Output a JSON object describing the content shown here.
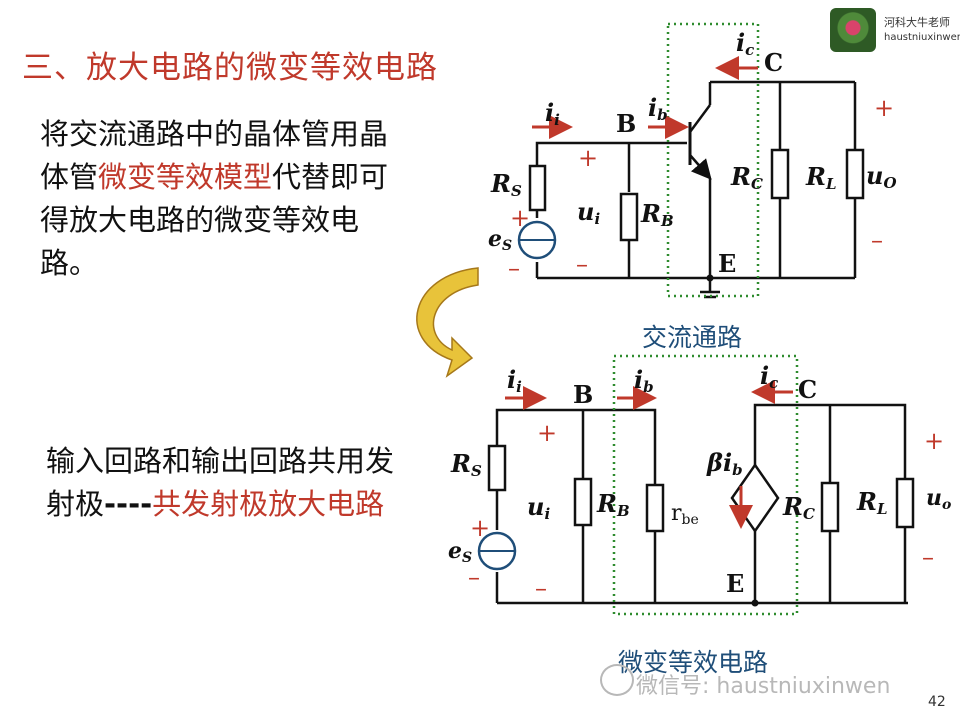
{
  "title": "三、放大电路的微变等效电路",
  "para1": {
    "part1": "将交流通路中的晶体管用晶体管",
    "highlight": "微变等效模型",
    "part2": "代替即可得放大电路的微变等效电路。"
  },
  "para2": {
    "part1": "输入回路和输出回路共用发射极",
    "dashes": "----",
    "highlight": "共发射极放大电路"
  },
  "logo": {
    "line1": "河科大牛老师",
    "line2": "haustniuxinwen"
  },
  "captions": {
    "top": "交流通路",
    "bottom": "微变等效电路"
  },
  "watermark": "微信号: haustniuxinwen",
  "page_number": "42",
  "colors": {
    "title": "#c0392b",
    "wire": "#111111",
    "current_arrow": "#c0392b",
    "source": "#1f4e79",
    "dotted_box": "#2e8b2e"
  },
  "labels": {
    "ii": "i",
    "ii_sub": "i",
    "ib": "i",
    "ib_sub": "b",
    "ic": "i",
    "ic_sub": "c",
    "B": "B",
    "C": "C",
    "E": "E",
    "RS": "R",
    "RS_sub": "S",
    "RB": "R",
    "RB_sub": "B",
    "RC": "R",
    "RC_sub": "C",
    "RL": "R",
    "RL_sub": "L",
    "eS": "e",
    "eS_sub": "S",
    "ui": "u",
    "ui_sub": "i",
    "uo_top": "u",
    "uo_top_sub": "O",
    "uo_bottom": "u",
    "uo_bottom_sub": "o",
    "rbe": "r",
    "rbe_sub": "be",
    "beta": "β",
    "beta_i": "i",
    "beta_sub": "b",
    "plus": "+",
    "minus": "–"
  }
}
